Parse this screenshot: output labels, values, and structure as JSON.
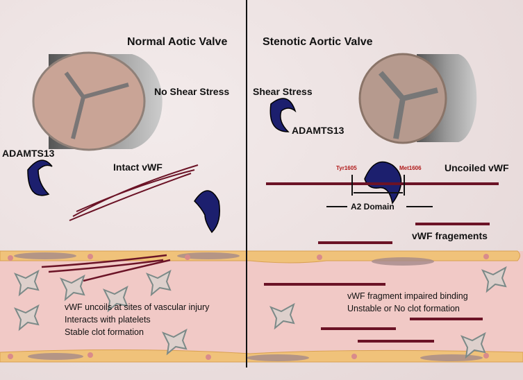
{
  "left_panel": {
    "title": "Normal Aotic Valve",
    "shear_label": "No Shear Stress",
    "enzyme_label": "ADAMTS13",
    "vwf_label": "Intact vWF",
    "outcome_lines": [
      "vWF uncoils at sites of vascular injury",
      "Interacts with platelets",
      "Stable clot formation"
    ]
  },
  "right_panel": {
    "title": "Stenotic Aortic Valve",
    "shear_label": "Shear Stress",
    "enzyme_label": "ADAMTS13",
    "vwf_label": "Uncoiled vWF",
    "cleavage_site_left": "Tyr1605",
    "cleavage_site_right": "Met1606",
    "domain_label": "A2 Domain",
    "fragments_label": "vWF fragements",
    "outcome_lines": [
      "vWF fragment impaired binding",
      "Unstable or No clot formation"
    ]
  },
  "colors": {
    "background": "#ece2e2",
    "vwf": "#6b1326",
    "adamts13": "#1c1f6e",
    "lumen": "#f1c9c6",
    "vessel_wall": "#f0c27a",
    "cleavage_text": "#b01818"
  }
}
